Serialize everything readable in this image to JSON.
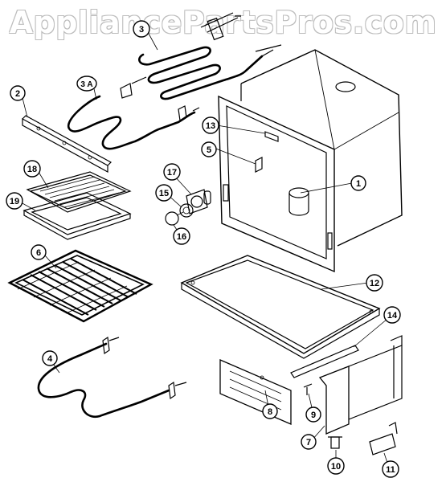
{
  "watermark": "AppliancePartsPros.com",
  "callouts": {
    "c1": "1",
    "c2": "2",
    "c3": "3",
    "c3a": "3 A",
    "c4": "4",
    "c5": "5",
    "c6": "6",
    "c7": "7",
    "c8": "8",
    "c9": "9",
    "c10": "10",
    "c11": "11",
    "c12": "12",
    "c13": "13",
    "c14": "14",
    "c15": "15",
    "c16": "16",
    "c17": "17",
    "c18": "18",
    "c19": "19"
  }
}
